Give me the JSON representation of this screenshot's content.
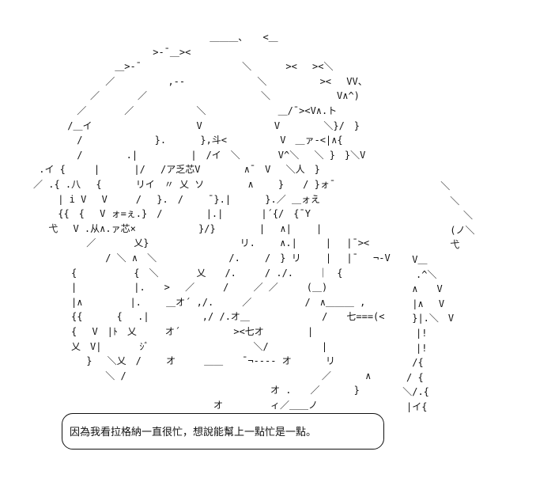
{
  "caption": "因為我看拉格納一直很忙，想說能幫上一點忙是一點。",
  "art_lines": [
    "　　　　　　　　　　　　　　　　　　　 ＿＿＿、 　<＿",
    "　　　　　　　　　　　　　 >‐¯＿><　　　　　　　　　　　",
    "　　　　　　　　　 ＿>‐¯　　　　　　　　　　 ＼　　　 ><　 ><＼",
    "　　　　　　　　 ／　　　　　 ,‐‐　　　　　　　 ＼　　　　　 >< 　VV、",
    "　　　　　　　／　　　　／　　　　　　　　　　　　＼　　　　　　　V∧^)",
    "　　　　　 ／　　　　／　　　　　　 ＼　　　　　　　 ＿/¯><V∧.ト",
    "　　　　 /＿イ　　　　　　　　　　　V　　　　　　　 V　　　　 ＼}/　}",
    "　　　　　 /　　　　　　　 }.　　　 },斗<　　　　　 V　＿ァ‐<|∧{",
    "　　　　　 /　　　　 .|　　　　　 |　/イ　＼　　　　V^＼　 ＼ }　}＼V",
    "　 .イ {　　　|　　　 |/　 /ア乏芯V　　　　 ∧¯　V　 ＼人　}",
    "　／ .{ .八　 {　　　 リイ　〃 乂 ソ　　　　 ∧　　 }　　/ }ォ¯",
    "　　　 | i V　 V　　　/　 }.　/　　 ¯}.|　　　 }.／ ＿ォえ",
    "　　　 {{　{　 V ォ=ぇ.}　/　　　　 |.|　　　　|´{/　{¯Y",
    "　　 弋　 V .从∧.ァ芯×　　　　　　 }/}　　　　 |　 ∧|　　 |",
    "　　　　　　 ／　　　　乂}　　　　　　　　　 リ.　　 ∧.|　　　|　 |¯><",
    "　　　　　　　　 / ＼ ∧　＼　　　　　　　 /.　 　/　} リ　　 |　 |¯　 ¬-V",
    "　　　　　{　　　　　　{　＼　　　　乂　　/.　　　/ ./.　　 ｜　{",
    "　　　　　|　　　　　　|.　　>　 ／　　　/　　 ／ ／　　　(＿)",
    "　　　　　|∧　　　　　|.　　 ＿オ´ ,/.　　　／　　　　　 /　∧＿＿＿ ,",
    "　　　　　{{　　　 {　 .|　　　　　 ,/ /.オ＿　　　　　　　 /　　七===(<",
    "　　　　　{　 V　|ﾄ　乂　　　オ´　　　　　 ><七オ　　　　 |",
    "　　　　　乂　V|　　　　ｼﾞ　　　　　　　　　　　＼/　　　　　 |",
    "　　　　　　 }　 ＼乂　/　　 オ　　　＿＿　　¯¬---- オ　　　 リ",
    "　　　　　　　　 ＼ /　　　　　　　　　　　　　　　　　　　　 ／　　　 ∧",
    "　　　　　　　　　　　　　　　　　　　　　　　　　　オ .　　／　　　 }",
    "　　　　　　　　　　　　　　　　　　　　オ　　　　　ィ／＿＿ノ"
  ],
  "side_art_lines": [
    "　　　　　　 ＼",
    "　　　　　　　 ＼",
    "　　　　　　　　　＼",
    "　　　　　　　 (ノ＼",
    "　　　　　　　 弋",
    "　　　 V＿",
    "　　　　.^＼",
    "　　　 ∧　　V",
    "　　　 |∧　 V",
    "　　　 }|.＼　V",
    "　　　　|!",
    "　　　　|!",
    "　　　 /{",
    "　　　/ {",
    "　　 ＼/.{",
    "　　　|イ{"
  ]
}
